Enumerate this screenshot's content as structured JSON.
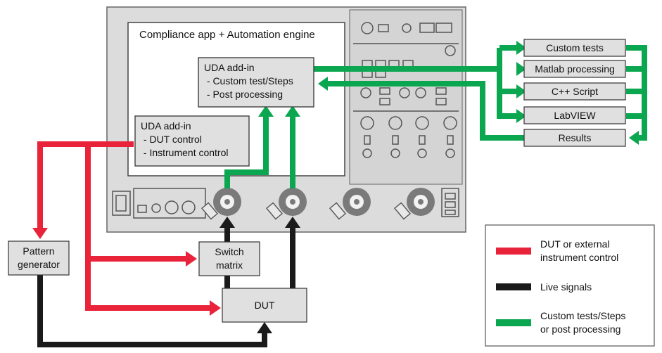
{
  "scope_window": {
    "title": "Compliance app + Automation engine"
  },
  "uda_top": {
    "title": "UDA add-in",
    "line1": " - Custom test/Steps",
    "line2": " - Post processing"
  },
  "uda_bottom": {
    "title": "UDA add-in",
    "line1": " - DUT control",
    "line2": " - Instrument control"
  },
  "right_boxes": [
    "Custom tests",
    "Matlab processing",
    "C++ Script",
    "LabVIEW",
    "Results"
  ],
  "pattern_generator": {
    "line1": "Pattern",
    "line2": "generator"
  },
  "switch_matrix": {
    "line1": "Switch",
    "line2": "matrix"
  },
  "dut": {
    "label": "DUT"
  },
  "legend": {
    "items": [
      {
        "color": "#e8233a",
        "line1": "DUT or external",
        "line2": "instrument control"
      },
      {
        "color": "#1a1a1a",
        "line1": "Live signals",
        "line2": ""
      },
      {
        "color": "#0aa650",
        "line1": "Custom tests/Steps",
        "line2": "or post processing"
      }
    ]
  },
  "colors": {
    "red": "#e8233a",
    "black": "#1a1a1a",
    "green": "#0aa650",
    "panel": "#dcdcdc",
    "box": "#e0e0e0",
    "connector": "#7a7a7a"
  },
  "icons": [
    "bnc-connector-icon",
    "probe-icon",
    "knob-icon",
    "button-icon"
  ]
}
